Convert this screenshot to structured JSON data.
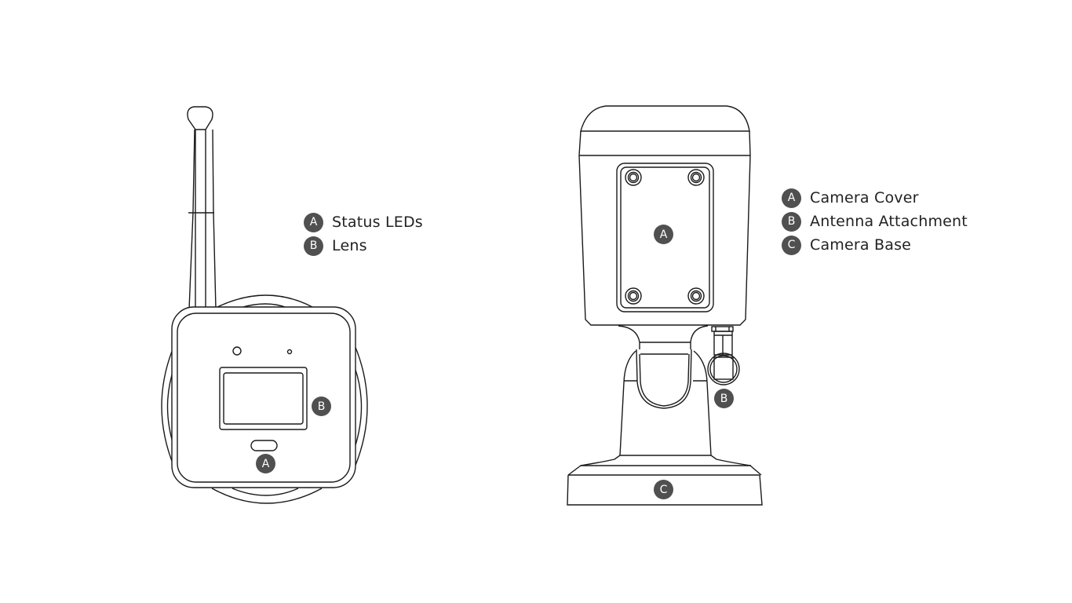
{
  "figures": {
    "front_view": {
      "legend": [
        {
          "letter": "A",
          "label": "Status LEDs"
        },
        {
          "letter": "B",
          "label": "Lens"
        }
      ],
      "callouts": {
        "A": "A",
        "B": "B"
      }
    },
    "side_view": {
      "legend": [
        {
          "letter": "A",
          "label": "Camera Cover"
        },
        {
          "letter": "B",
          "label": "Antenna Attachment"
        },
        {
          "letter": "C",
          "label": "Camera Base"
        }
      ],
      "callouts": {
        "A": "A",
        "B": "B",
        "C": "C"
      }
    }
  },
  "colors": {
    "badge": "#505050",
    "line": "#1a1a1a",
    "background": "#ffffff"
  }
}
